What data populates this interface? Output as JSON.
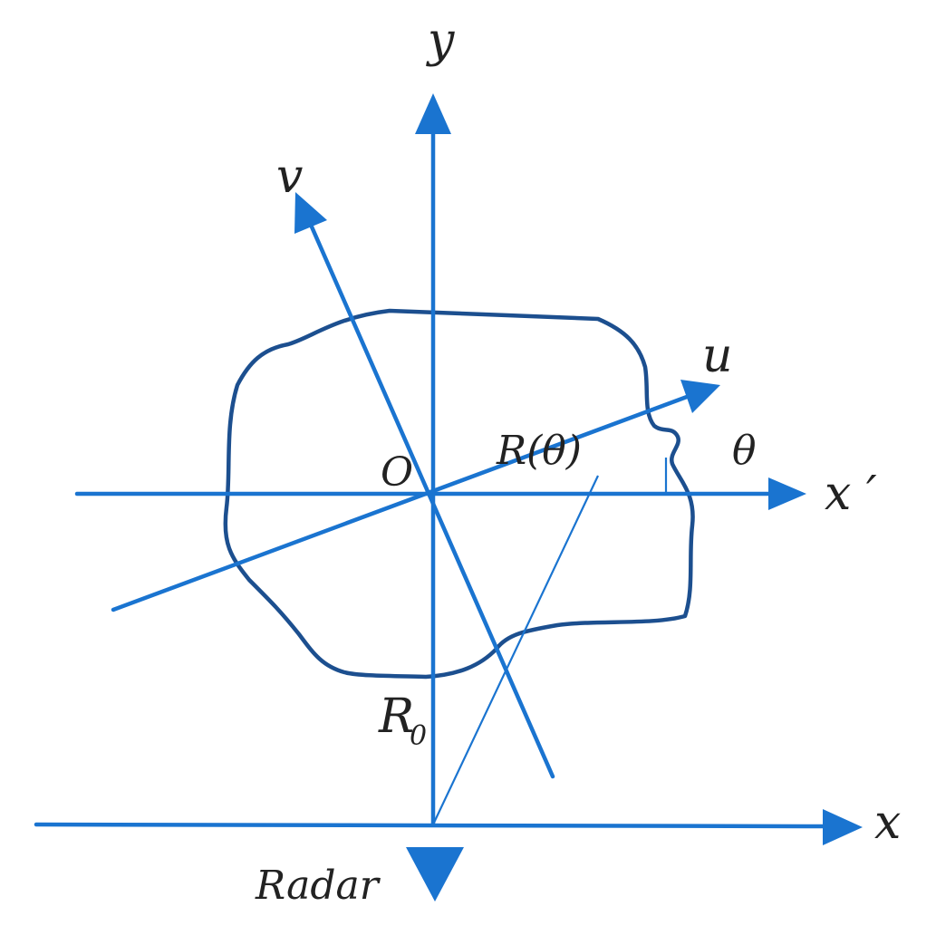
{
  "diagram": {
    "labels": {
      "y_axis": "y",
      "v_axis": "v",
      "u_axis": "u",
      "x_prime_axis": "x ′",
      "x_axis": "x",
      "origin": "O",
      "range_angle": "R(θ)",
      "theta": "θ",
      "range_zero": "R",
      "range_zero_subscript": "0",
      "radar": "Radar"
    },
    "colors": {
      "axis": "#1a74d0",
      "outline": "#1c4f8f",
      "text": "#222222"
    }
  }
}
